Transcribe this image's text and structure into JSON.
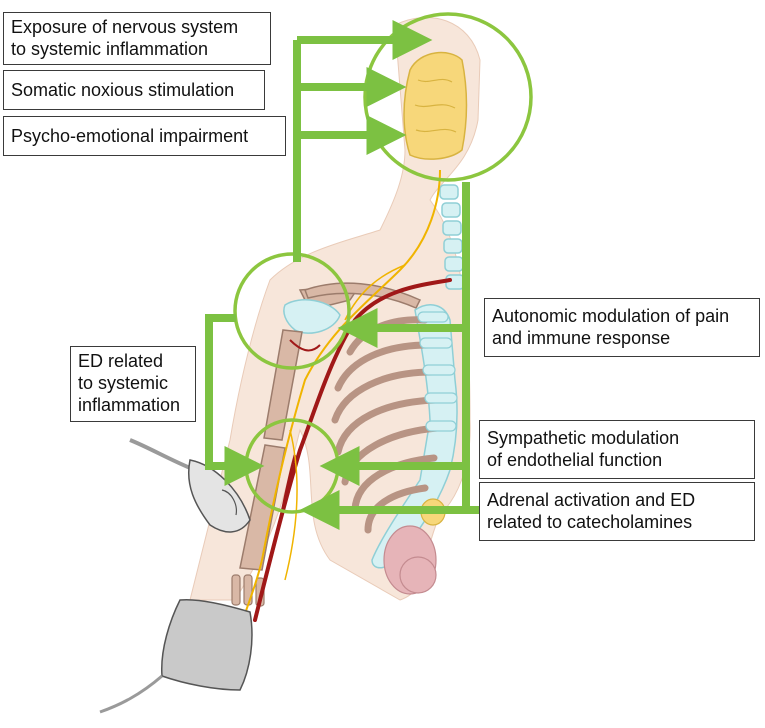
{
  "labels": {
    "exposure": [
      "Exposure of nervous system",
      "to systemic inflammation"
    ],
    "somatic": [
      "Somatic noxious stimulation"
    ],
    "psycho": [
      "Psycho-emotional impairment"
    ],
    "autonomic": [
      "Autonomic modulation of pain",
      "and immune response"
    ],
    "ed_systemic": [
      "ED related",
      "to systemic",
      "inflammation"
    ],
    "sympathetic": [
      "Sympathetic modulation",
      "of endothelial function"
    ],
    "adrenal": [
      "Adrenal activation and ED",
      "related to catecholamines"
    ]
  },
  "colors": {
    "arrow_green": "#7cc142",
    "circle_green": "#8cc63f",
    "bone": "#d9b8a6",
    "bone_outline": "#9c7c6c",
    "skin": "#f7e6da",
    "artery": "#a01818",
    "nerve": "#f0b400",
    "brain": "#f7d77a",
    "cartilage": "#d6f1f3",
    "kidney": "#e6b4b8",
    "cuff": "#c9c9c9",
    "probe": "#e4e4e4"
  },
  "icons": {
    "brain": "brain-icon",
    "ultrasound_probe": "ultrasound-probe-icon",
    "blood_pressure_cuff": "blood-pressure-cuff-icon"
  }
}
